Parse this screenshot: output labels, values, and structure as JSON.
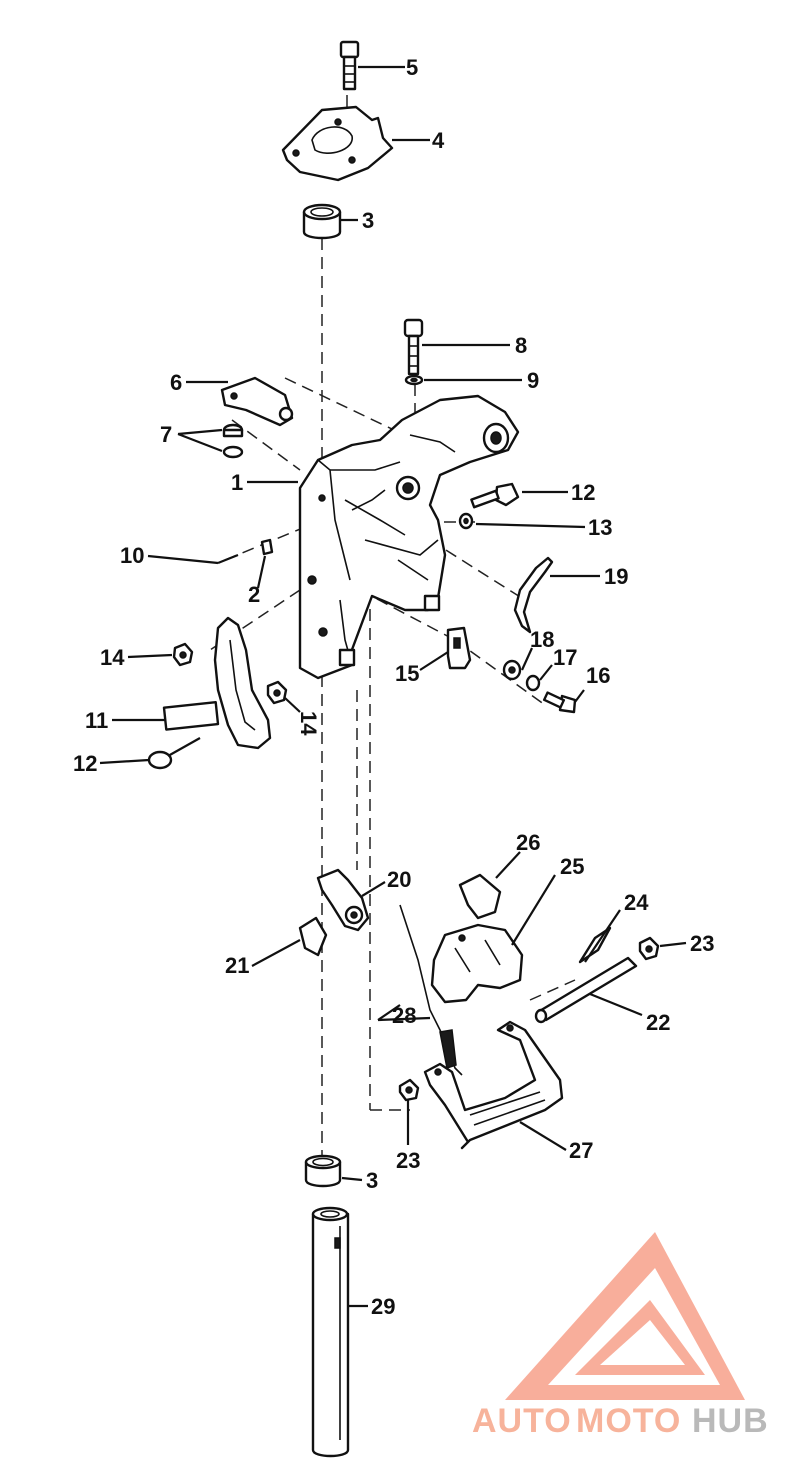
{
  "diagram": {
    "callouts": {
      "c1": "1",
      "c2": "2",
      "c3a": "3",
      "c3b": "3",
      "c4": "4",
      "c5": "5",
      "c6": "6",
      "c7": "7",
      "c8": "8",
      "c9": "9",
      "c10": "10",
      "c11": "11",
      "c12a": "12",
      "c12b": "12",
      "c13": "13",
      "c14a": "14",
      "c14b": "14",
      "c15": "15",
      "c16": "16",
      "c17": "17",
      "c18": "18",
      "c19": "19",
      "c20": "20",
      "c21": "21",
      "c22": "22",
      "c23a": "23",
      "c23b": "23",
      "c24": "24",
      "c25": "25",
      "c26": "26",
      "c27": "27",
      "c28": "28",
      "c29": "29"
    }
  },
  "watermark": {
    "part1": "AUTO",
    "part2": "MOTO",
    "part3": "HUB",
    "colors": {
      "logo": "#f7a08a",
      "text_accent": "#f7b39b",
      "text_gray": "#b9b9b9"
    }
  }
}
